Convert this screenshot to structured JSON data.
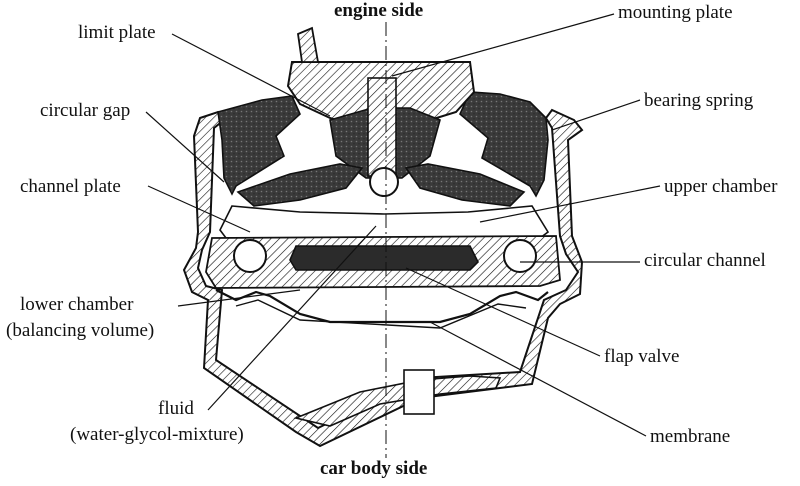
{
  "labels": {
    "engine_side": "engine side",
    "car_body_side": "car body side",
    "limit_plate": "limit plate",
    "circular_gap": "circular gap",
    "channel_plate": "channel plate",
    "lower_chamber": "lower chamber",
    "balancing_volume": "(balancing volume)",
    "fluid": "fluid",
    "water_glycol": "(water-glycol-mixture)",
    "mounting_plate": "mounting plate",
    "bearing_spring": "bearing spring",
    "upper_chamber": "upper chamber",
    "circular_channel": "circular channel",
    "flap_valve": "flap valve",
    "membrane": "membrane"
  },
  "colors": {
    "ink": "#111111",
    "rubber": "#3a3a3a",
    "paper": "#ffffff"
  }
}
